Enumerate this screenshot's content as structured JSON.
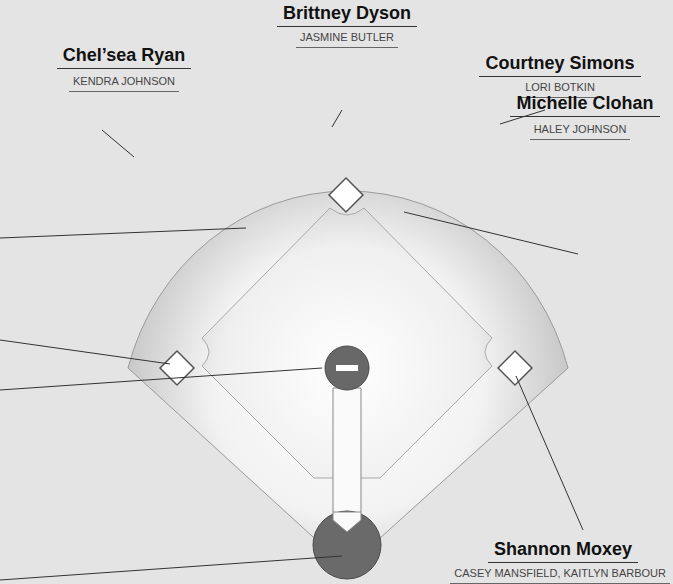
{
  "diagram": {
    "labels": [
      "Brittney Dyson",
      "JASMINE BUTLER",
      "Chel’sea Ryan",
      "KENDRA JOHNSON",
      "Courtney Simons",
      "LORI BOTKIN",
      "Michelle Clohan",
      "HALEY JOHNSON",
      "Shannon Moxey",
      "CASEY MANSFIELD, KAITLYN BARBOUR"
    ]
  }
}
